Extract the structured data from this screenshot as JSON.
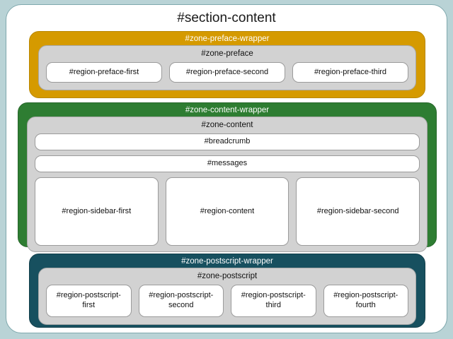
{
  "section": {
    "title": "#section-content"
  },
  "preface": {
    "wrapper_title": "#zone-preface-wrapper",
    "zone_title": "#zone-preface",
    "wrapper_color": "#d59a00",
    "regions": [
      {
        "label": "#region-preface-first"
      },
      {
        "label": "#region-preface-second"
      },
      {
        "label": "#region-preface-third"
      }
    ]
  },
  "content": {
    "wrapper_title": "#zone-content-wrapper",
    "zone_title": "#zone-content",
    "wrapper_color": "#2e7d32",
    "bars": [
      {
        "label": "#breadcrumb"
      },
      {
        "label": "#messages"
      }
    ],
    "regions": [
      {
        "label": "#region-sidebar-first"
      },
      {
        "label": "#region-content"
      },
      {
        "label": "#region-sidebar-second"
      }
    ]
  },
  "postscript": {
    "wrapper_title": "#zone-postscript-wrapper",
    "zone_title": "#zone-postscript",
    "wrapper_color": "#17505f",
    "regions": [
      {
        "label": "#region-postscript-first"
      },
      {
        "label": "#region-postscript-second"
      },
      {
        "label": "#region-postscript-third"
      },
      {
        "label": "#region-postscript-fourth"
      }
    ]
  }
}
